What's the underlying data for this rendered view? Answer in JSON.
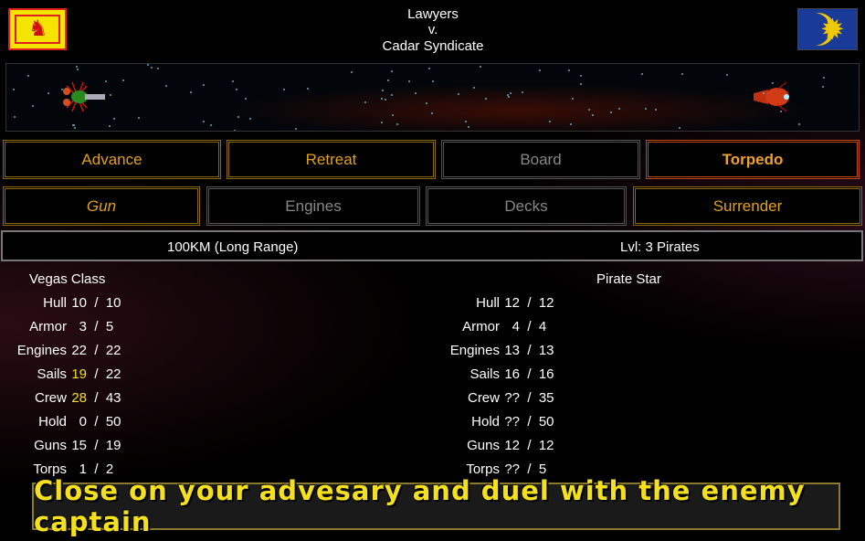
{
  "header": {
    "player": "Lawyers",
    "versus": "v.",
    "enemy": "Cadar Syndicate"
  },
  "flags": {
    "left": "scotland-lion-flag",
    "right": "crescent-star-flag"
  },
  "actions": [
    "Advance",
    "Retreat",
    "Board",
    "Torpedo"
  ],
  "targets": [
    "Gun",
    "Engines",
    "Decks",
    "Surrender"
  ],
  "info": {
    "range": "100KM (Long Range)",
    "enemy_level": "Lvl: 3 Pirates"
  },
  "player_ship": {
    "name": "Vegas Class",
    "stats": [
      {
        "label": "Hull",
        "cur": "10",
        "max": "10",
        "warn": false
      },
      {
        "label": "Armor",
        "cur": "3",
        "max": "5",
        "warn": false
      },
      {
        "label": "Engines",
        "cur": "22",
        "max": "22",
        "warn": false
      },
      {
        "label": "Sails",
        "cur": "19",
        "max": "22",
        "warn": true
      },
      {
        "label": "Crew",
        "cur": "28",
        "max": "43",
        "warn": true
      },
      {
        "label": "Hold",
        "cur": "0",
        "max": "50",
        "warn": false
      },
      {
        "label": "Guns",
        "cur": "15",
        "max": "19",
        "warn": false
      },
      {
        "label": "Torps",
        "cur": "1",
        "max": "2",
        "warn": false
      }
    ]
  },
  "enemy_ship": {
    "name": "Pirate Star",
    "stats": [
      {
        "label": "Hull",
        "cur": "12",
        "max": "12"
      },
      {
        "label": "Armor",
        "cur": "4",
        "max": "4"
      },
      {
        "label": "Engines",
        "cur": "13",
        "max": "13"
      },
      {
        "label": "Sails",
        "cur": "16",
        "max": "16"
      },
      {
        "label": "Crew",
        "cur": "??",
        "max": "35"
      },
      {
        "label": "Hold",
        "cur": "??",
        "max": "50"
      },
      {
        "label": "Guns",
        "cur": "12",
        "max": "12"
      },
      {
        "label": "Torps",
        "cur": "??",
        "max": "5"
      }
    ]
  },
  "banner": "Close on your advesary and duel with the enemy captain",
  "colors": {
    "gold": "#e0a020",
    "warn": "#f0e020",
    "torpedo": "#c04a18"
  }
}
